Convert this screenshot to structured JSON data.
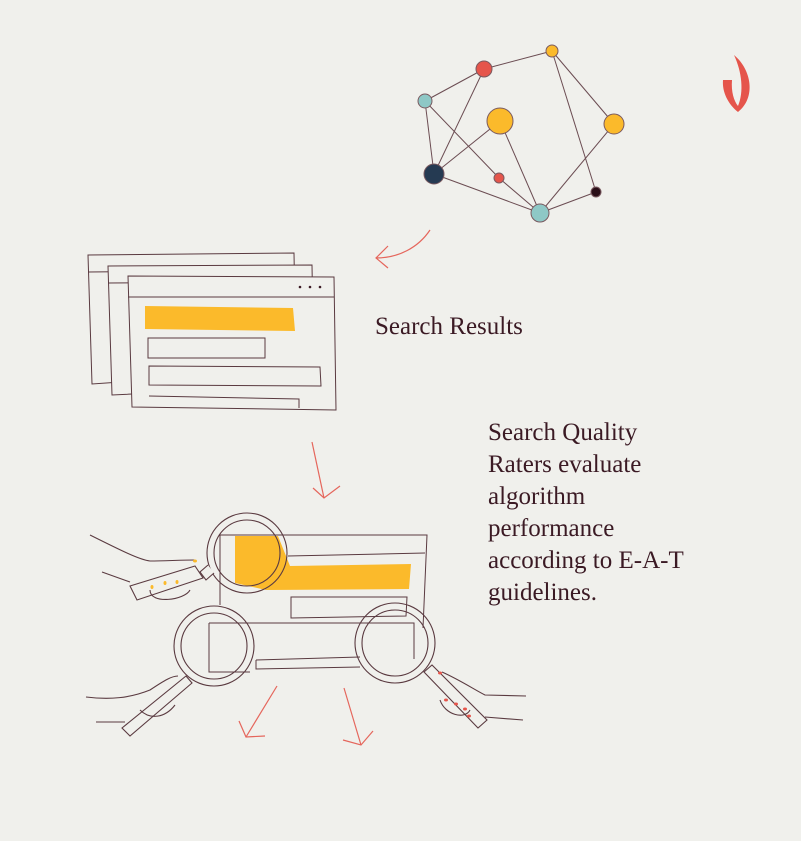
{
  "labels": {
    "search_results": "Search Results",
    "caption": "Search Quality Raters evaluate algorithm performance according to E-A-T guidelines."
  },
  "colors": {
    "background": "#f0f0ec",
    "text": "#3b1a24",
    "accent_yellow": "#fbba2b",
    "accent_red": "#e5554b",
    "accent_teal": "#8ec8c6",
    "accent_navy": "#253a52",
    "line": "#5a3a40"
  },
  "icons": [
    "brand-flame-logo",
    "network-graph",
    "browser-windows",
    "magnifying-glass",
    "arrow"
  ]
}
